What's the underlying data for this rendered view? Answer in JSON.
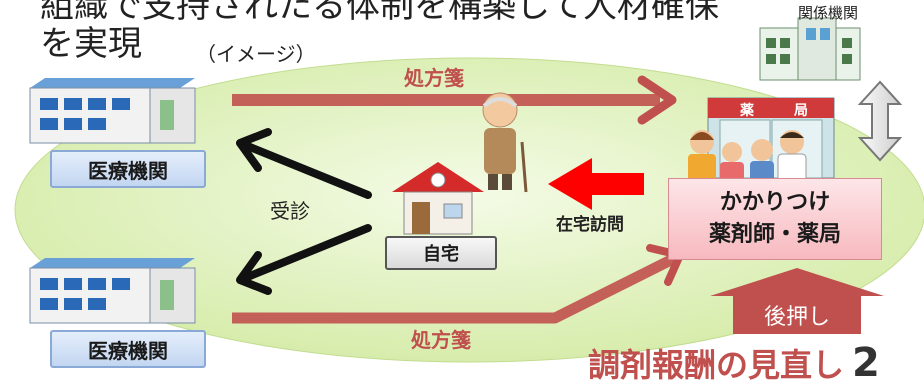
{
  "title": {
    "top_line_partial": "組織で支持されたる体制を構築して人材確保",
    "line2": "を実現",
    "note": "（イメージ）"
  },
  "nodes": {
    "hospital_1": "医療機関",
    "hospital_2": "医療機関",
    "home": "自宅",
    "pharmacy_line1": "かかりつけ",
    "pharmacy_line2": "薬剤師・薬局",
    "pharmacy_sign_left": "薬",
    "pharmacy_sign_right": "局",
    "related": "関係機関"
  },
  "arrows": {
    "prescription_top": "処方箋",
    "prescription_bottom": "処方箋",
    "consult": "受診",
    "home_visit": "在宅訪問",
    "push": "後押し"
  },
  "footer": {
    "review": "調剤報酬の見直し",
    "page_fragment": "2"
  },
  "colors": {
    "ellipse": "#d8edb0",
    "prescription_arrow": "#c0504d",
    "visit_arrow": "#ff0000",
    "push_arrow": "#c0504d"
  }
}
